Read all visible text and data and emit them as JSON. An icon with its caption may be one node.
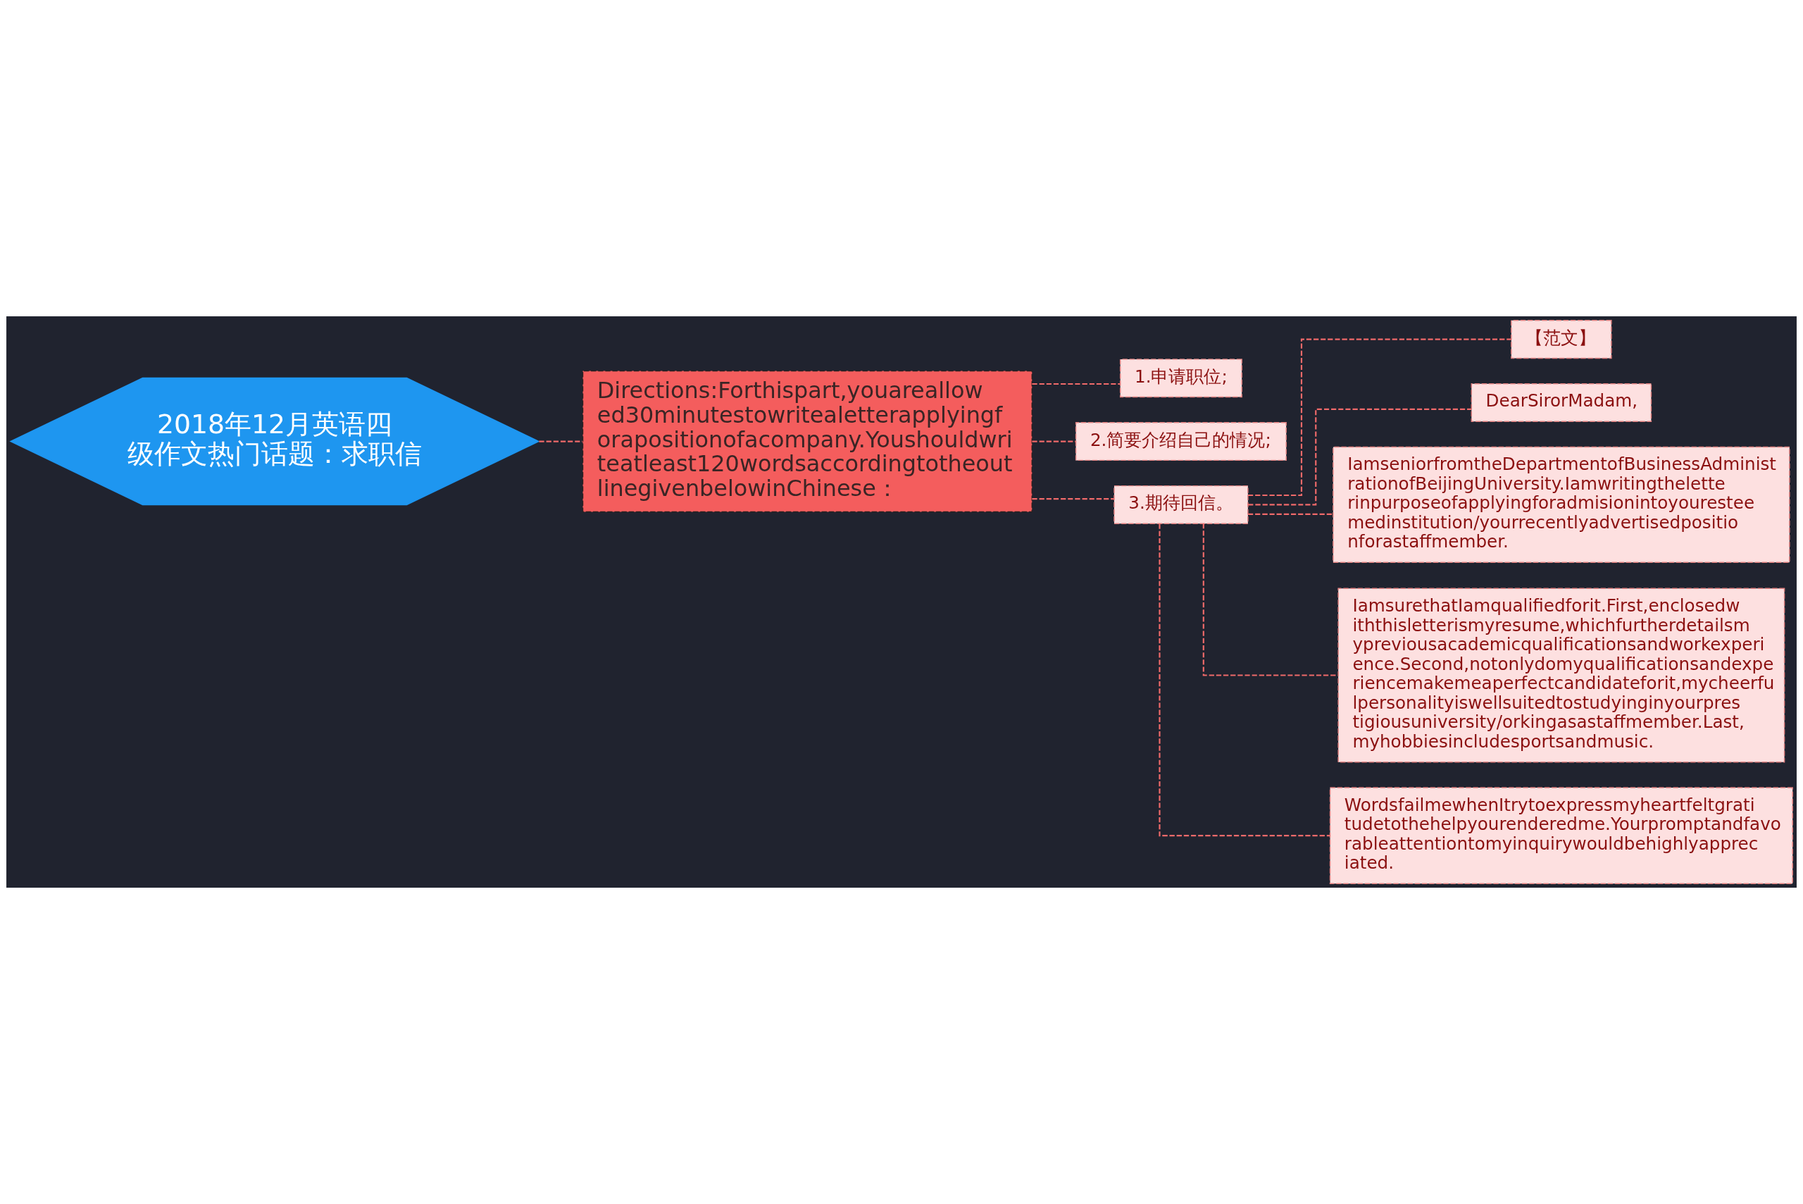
{
  "diagram": {
    "nodes": [
      {
        "text": [
          "2018年12月英语四级作文热门话题：求职信"
        ]
      },
      {
        "text": [
          "Directions:Forthispart,youareallowed30minutestowritealetterapplyingforapositionofacompany.Youshouldwriteatleast120wordsaccordingtotheoutlinegivenbelowinChinese："
        ]
      },
      {
        "text": [
          "1.申请职位;"
        ]
      },
      {
        "text": [
          "2.简要介绍自己的情况;"
        ]
      },
      {
        "text": [
          "3.期待回信。"
        ]
      },
      {
        "text": [
          "【范文】"
        ]
      },
      {
        "text": [
          "DearSirorMadam,"
        ]
      },
      {
        "text": [
          "IamseniorfromtheDepartmentofBusinessAdministrationofBeijingUniversity.Iamwritingtheletterinpurposeofapplyingforadmisionintoyouresteemedinstitution/yourrecentlyadvertisedpositionforastaffmember."
        ]
      },
      {
        "text": [
          "IamsurethatIamqualifiedforit.First,enclosedwiththisletterismyresume,whichfurtherdetailsmypreviousacademicqualificationsandworkexperience.Second,notonlydomyqualificationsandexperiencemakemeaperfectcandidateforit,mycheerfulpersonalityiswellsuitedtostudyinginyourprestigiousuniversity/orkingasastaffmember.Last,myhobbiesincludesportsandmusic."
        ]
      },
      {
        "text": [
          "WordsfailmewhenItrytoexpressmyheartfeltgratitudetothehelpyourenderedme.Yourpromptandfavorableattentiontomyinquirywouldbehighlyappreciated."
        ]
      }
    ],
    "edges": [
      {
        "from": 0,
        "to": 1,
        "arrow": "none",
        "style": "dashed"
      },
      {
        "from": 1,
        "to": 2,
        "arrow": "none",
        "style": "dashed"
      },
      {
        "from": 1,
        "to": 3,
        "arrow": "none",
        "style": "dashed"
      },
      {
        "from": 1,
        "to": 4,
        "arrow": "none",
        "style": "dashed"
      },
      {
        "from": 4,
        "to": 5,
        "arrow": "none",
        "style": "dashed"
      },
      {
        "from": 4,
        "to": 6,
        "arrow": "none",
        "style": "dashed"
      },
      {
        "from": 4,
        "to": 7,
        "arrow": "none",
        "style": "dashed"
      },
      {
        "from": 4,
        "to": 8,
        "arrow": "none",
        "style": "dashed"
      },
      {
        "from": 4,
        "to": 9,
        "arrow": "none",
        "style": "dashed"
      }
    ]
  }
}
